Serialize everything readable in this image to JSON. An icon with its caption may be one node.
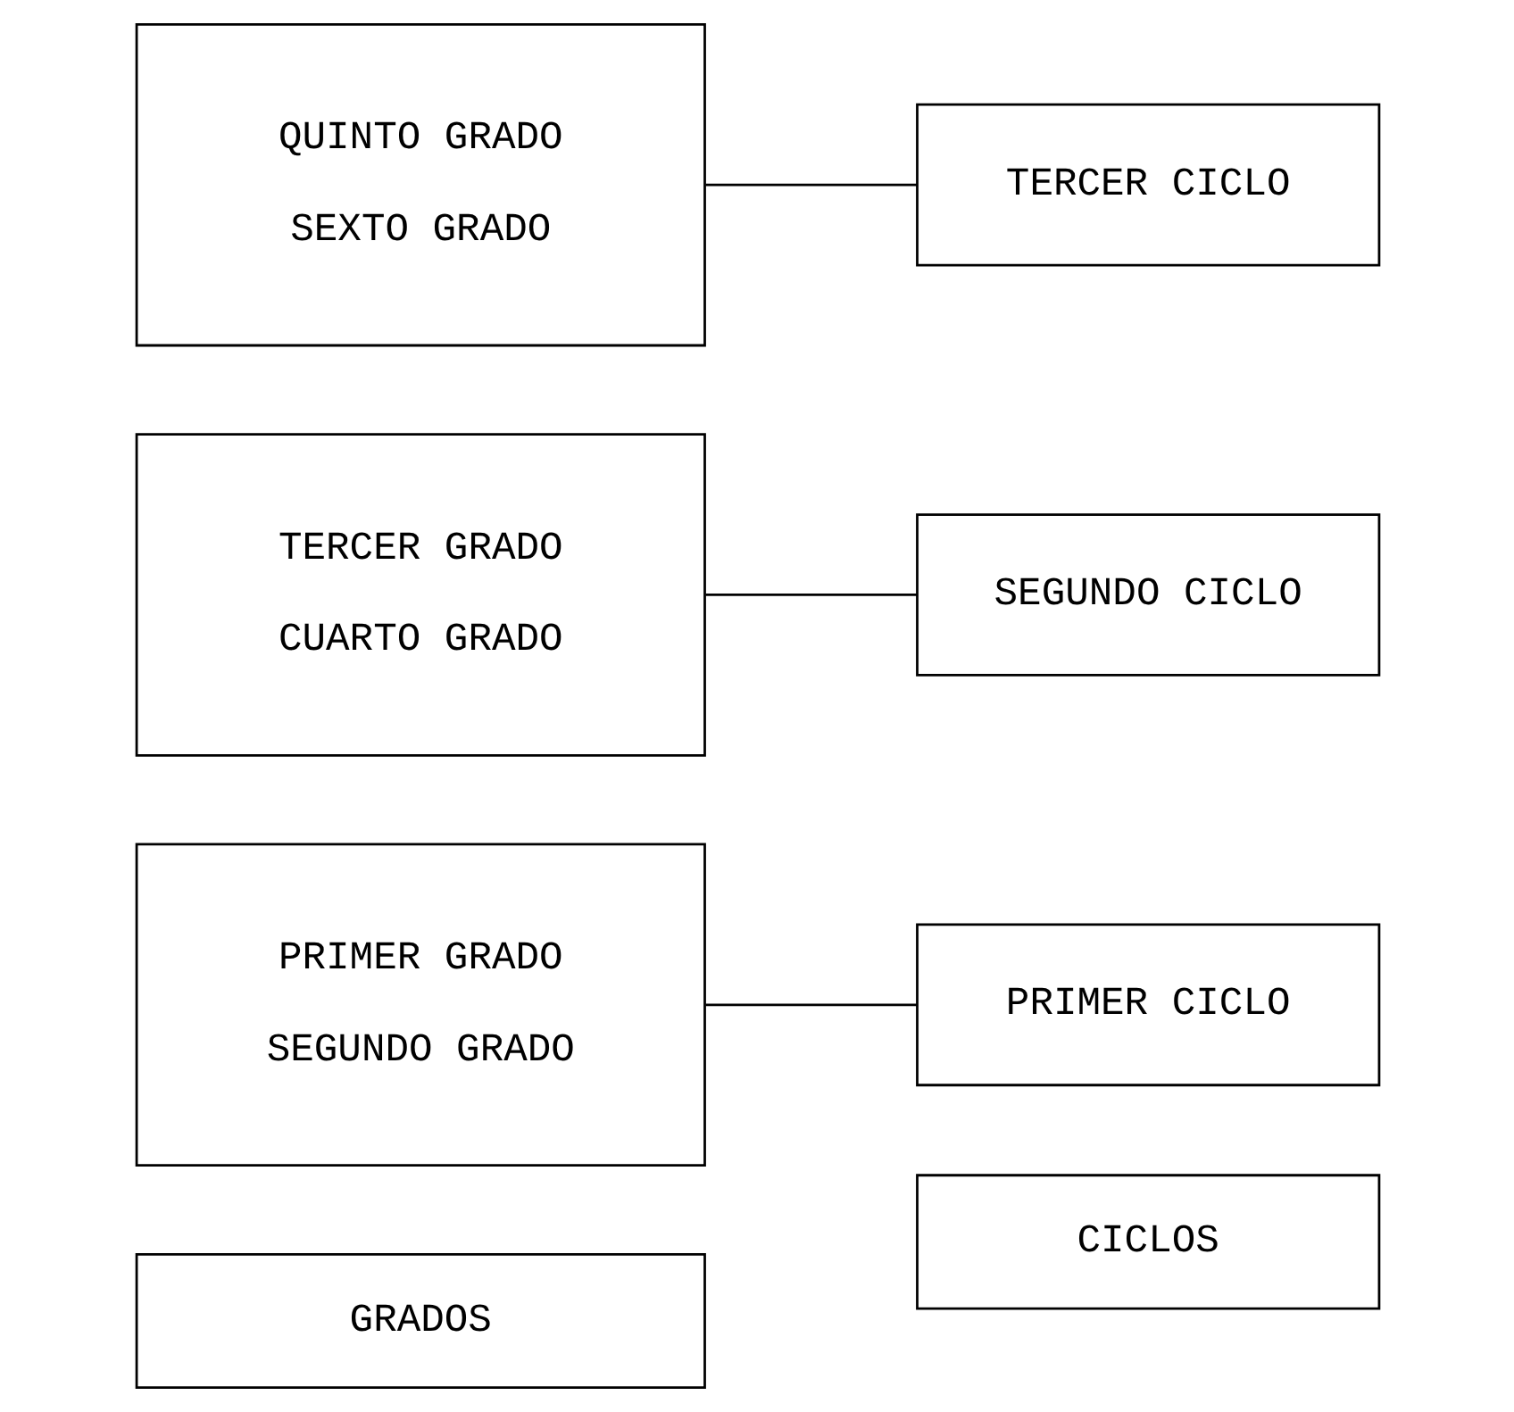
{
  "diagram": {
    "nodes": [
      {
        "text": [
          "GRADOS"
        ]
      },
      {
        "text": [
          "CICLOS"
        ]
      },
      {
        "text": [
          "PRIMER GRADO",
          "SEGUNDO GRADO"
        ]
      },
      {
        "text": [
          "PRIMER CICLO"
        ]
      },
      {
        "text": [
          "TERCER GRADO",
          "CUARTO GRADO"
        ]
      },
      {
        "text": [
          "SEGUNDO CICLO"
        ]
      },
      {
        "text": [
          "QUINTO GRADO",
          "SEXTO GRADO"
        ]
      },
      {
        "text": [
          "TERCER CICLO"
        ]
      }
    ],
    "edges": [
      {
        "from": 2,
        "to": 3,
        "arrow": "none"
      },
      {
        "from": 4,
        "to": 5,
        "arrow": "none"
      },
      {
        "from": 6,
        "to": 7,
        "arrow": "none"
      }
    ]
  }
}
